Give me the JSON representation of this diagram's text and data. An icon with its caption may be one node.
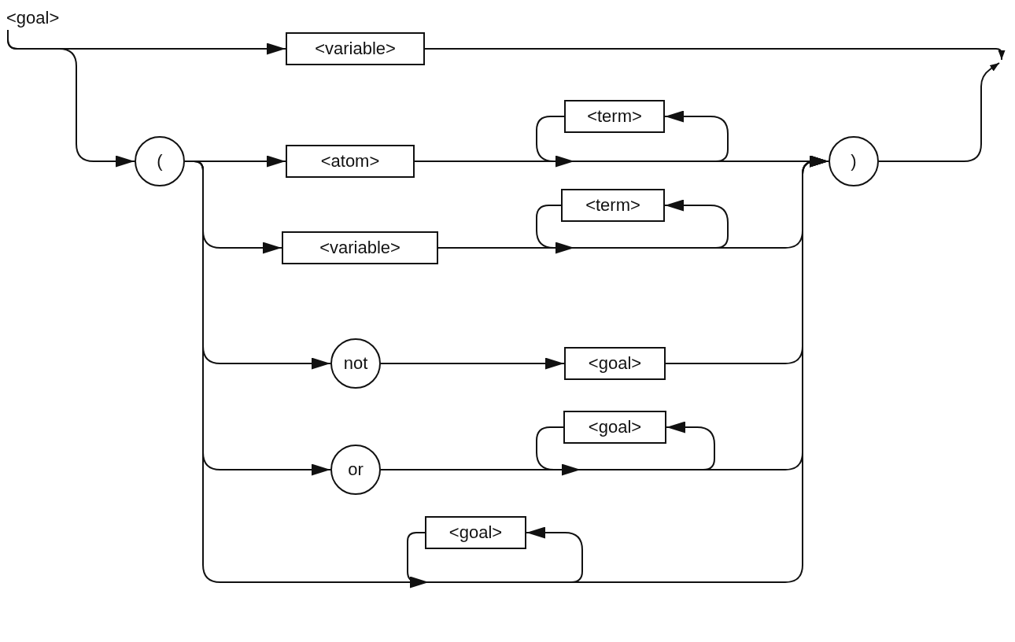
{
  "diagram": {
    "nodes": [
      {
        "text": [
          "<goal>"
        ]
      },
      {
        "text": [
          "<variable>"
        ]
      },
      {
        "text": [
          "("
        ]
      },
      {
        "text": [
          "<atom>"
        ]
      },
      {
        "text": [
          "<term>"
        ]
      },
      {
        "text": [
          ")"
        ]
      },
      {
        "text": [
          "<variable>"
        ]
      },
      {
        "text": [
          "<term>"
        ]
      },
      {
        "text": [
          "not"
        ]
      },
      {
        "text": [
          "<goal>"
        ]
      },
      {
        "text": [
          "or"
        ]
      },
      {
        "text": [
          "<goal>"
        ]
      },
      {
        "text": [
          "<goal>"
        ]
      }
    ],
    "edges": [
      {
        "from": 0,
        "to": 1,
        "arrow": "to"
      },
      {
        "from": 0,
        "to": 2,
        "arrow": "to"
      },
      {
        "from": 1,
        "to": null,
        "arrow": "to"
      },
      {
        "from": 2,
        "to": 3,
        "arrow": "to"
      },
      {
        "from": null,
        "to": 4,
        "arrow": "to"
      },
      {
        "from": 4,
        "to": null,
        "arrow": "to"
      },
      {
        "from": 3,
        "to": 5,
        "arrow": "to"
      },
      {
        "from": 2,
        "to": 6,
        "arrow": "to"
      },
      {
        "from": null,
        "to": 7,
        "arrow": "to"
      },
      {
        "from": 7,
        "to": null,
        "arrow": "to"
      },
      {
        "from": 6,
        "to": 5,
        "arrow": "to"
      },
      {
        "from": 2,
        "to": 8,
        "arrow": "to"
      },
      {
        "from": 8,
        "to": 9,
        "arrow": "to"
      },
      {
        "from": 9,
        "to": 5,
        "arrow": "to"
      },
      {
        "from": 2,
        "to": 10,
        "arrow": "to"
      },
      {
        "from": null,
        "to": 11,
        "arrow": "to"
      },
      {
        "from": 11,
        "to": null,
        "arrow": "to"
      },
      {
        "from": 10,
        "to": 5,
        "arrow": "to"
      },
      {
        "from": null,
        "to": 12,
        "arrow": "to"
      },
      {
        "from": 12,
        "to": null,
        "arrow": "to"
      },
      {
        "from": 2,
        "to": 5,
        "arrow": "to"
      },
      {
        "from": 5,
        "to": null,
        "arrow": "to"
      }
    ]
  }
}
